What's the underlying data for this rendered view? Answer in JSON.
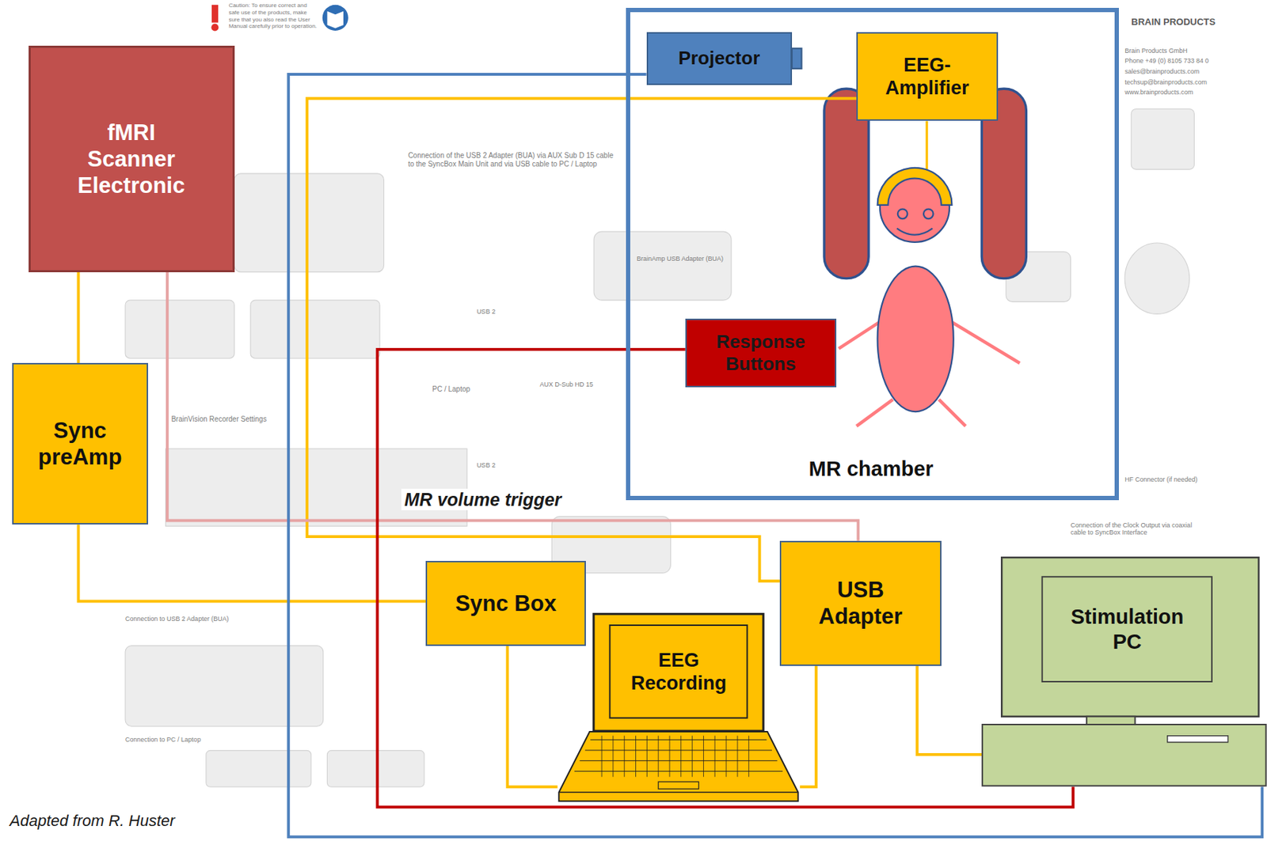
{
  "diagram": {
    "caption": "Adapted from R. Huster",
    "nodes": [
      {
        "text": [
          "fMRI Scanner Electronic"
        ]
      },
      {
        "text": [
          "MR chamber"
        ]
      },
      {
        "text": [
          "Projector"
        ],
        "in": 1
      },
      {
        "text": [
          "EEG-Amplifier"
        ],
        "in": 1
      },
      {
        "text": [
          "Response Buttons"
        ],
        "in": 1
      },
      {
        "text": [
          "Sync preAmp"
        ]
      },
      {
        "text": [
          "Sync Box"
        ]
      },
      {
        "text": [
          "USB Adapter"
        ]
      },
      {
        "text": [
          "EEG Recording"
        ]
      },
      {
        "text": [
          "Stimulation PC"
        ]
      }
    ],
    "edges": [
      {
        "from": 0,
        "to": 5,
        "arrow": "none"
      },
      {
        "from": 5,
        "to": 6,
        "arrow": "none"
      },
      {
        "from": 6,
        "to": 8,
        "arrow": "none"
      },
      {
        "from": 3,
        "to": 7,
        "arrow": "none"
      },
      {
        "from": 7,
        "to": 8,
        "arrow": "none"
      },
      {
        "from": 7,
        "to": 9,
        "arrow": "none"
      },
      {
        "from": 0,
        "to": 7,
        "label": "MR volume trigger",
        "arrow": "none"
      },
      {
        "from": 4,
        "to": 9,
        "arrow": "none"
      },
      {
        "from": 2,
        "to": 9,
        "arrow": "none"
      }
    ],
    "labels": [
      "Caution: To ensure correct and safe use of the products, make sure that you also read the User Manual carefully prior to operation.",
      "BRAIN PRODUCTS",
      "Brain Products GmbH",
      "Phone +49 (0) 8105 733 84 0",
      "sales@brainproducts.com",
      "techsup@brainproducts.com",
      "www.brainproducts.com",
      "Connection of the USB 2 Adapter (BUA) via AUX Sub D 15 cable to the SyncBox Main Unit and via USB cable to PC / Laptop",
      "BrainAmp USB Adapter (BUA)",
      "USB 2",
      "PC / Laptop",
      "AUX D-Sub HD 15",
      "USB 2",
      "BrainVision Recorder Settings",
      "Connection to USB 2 Adapter (BUA)",
      "Connection to PC / Laptop",
      "HF Connector (if needed)",
      "Connection of the Clock Output via coaxial cable to SyncBox Interface"
    ]
  }
}
